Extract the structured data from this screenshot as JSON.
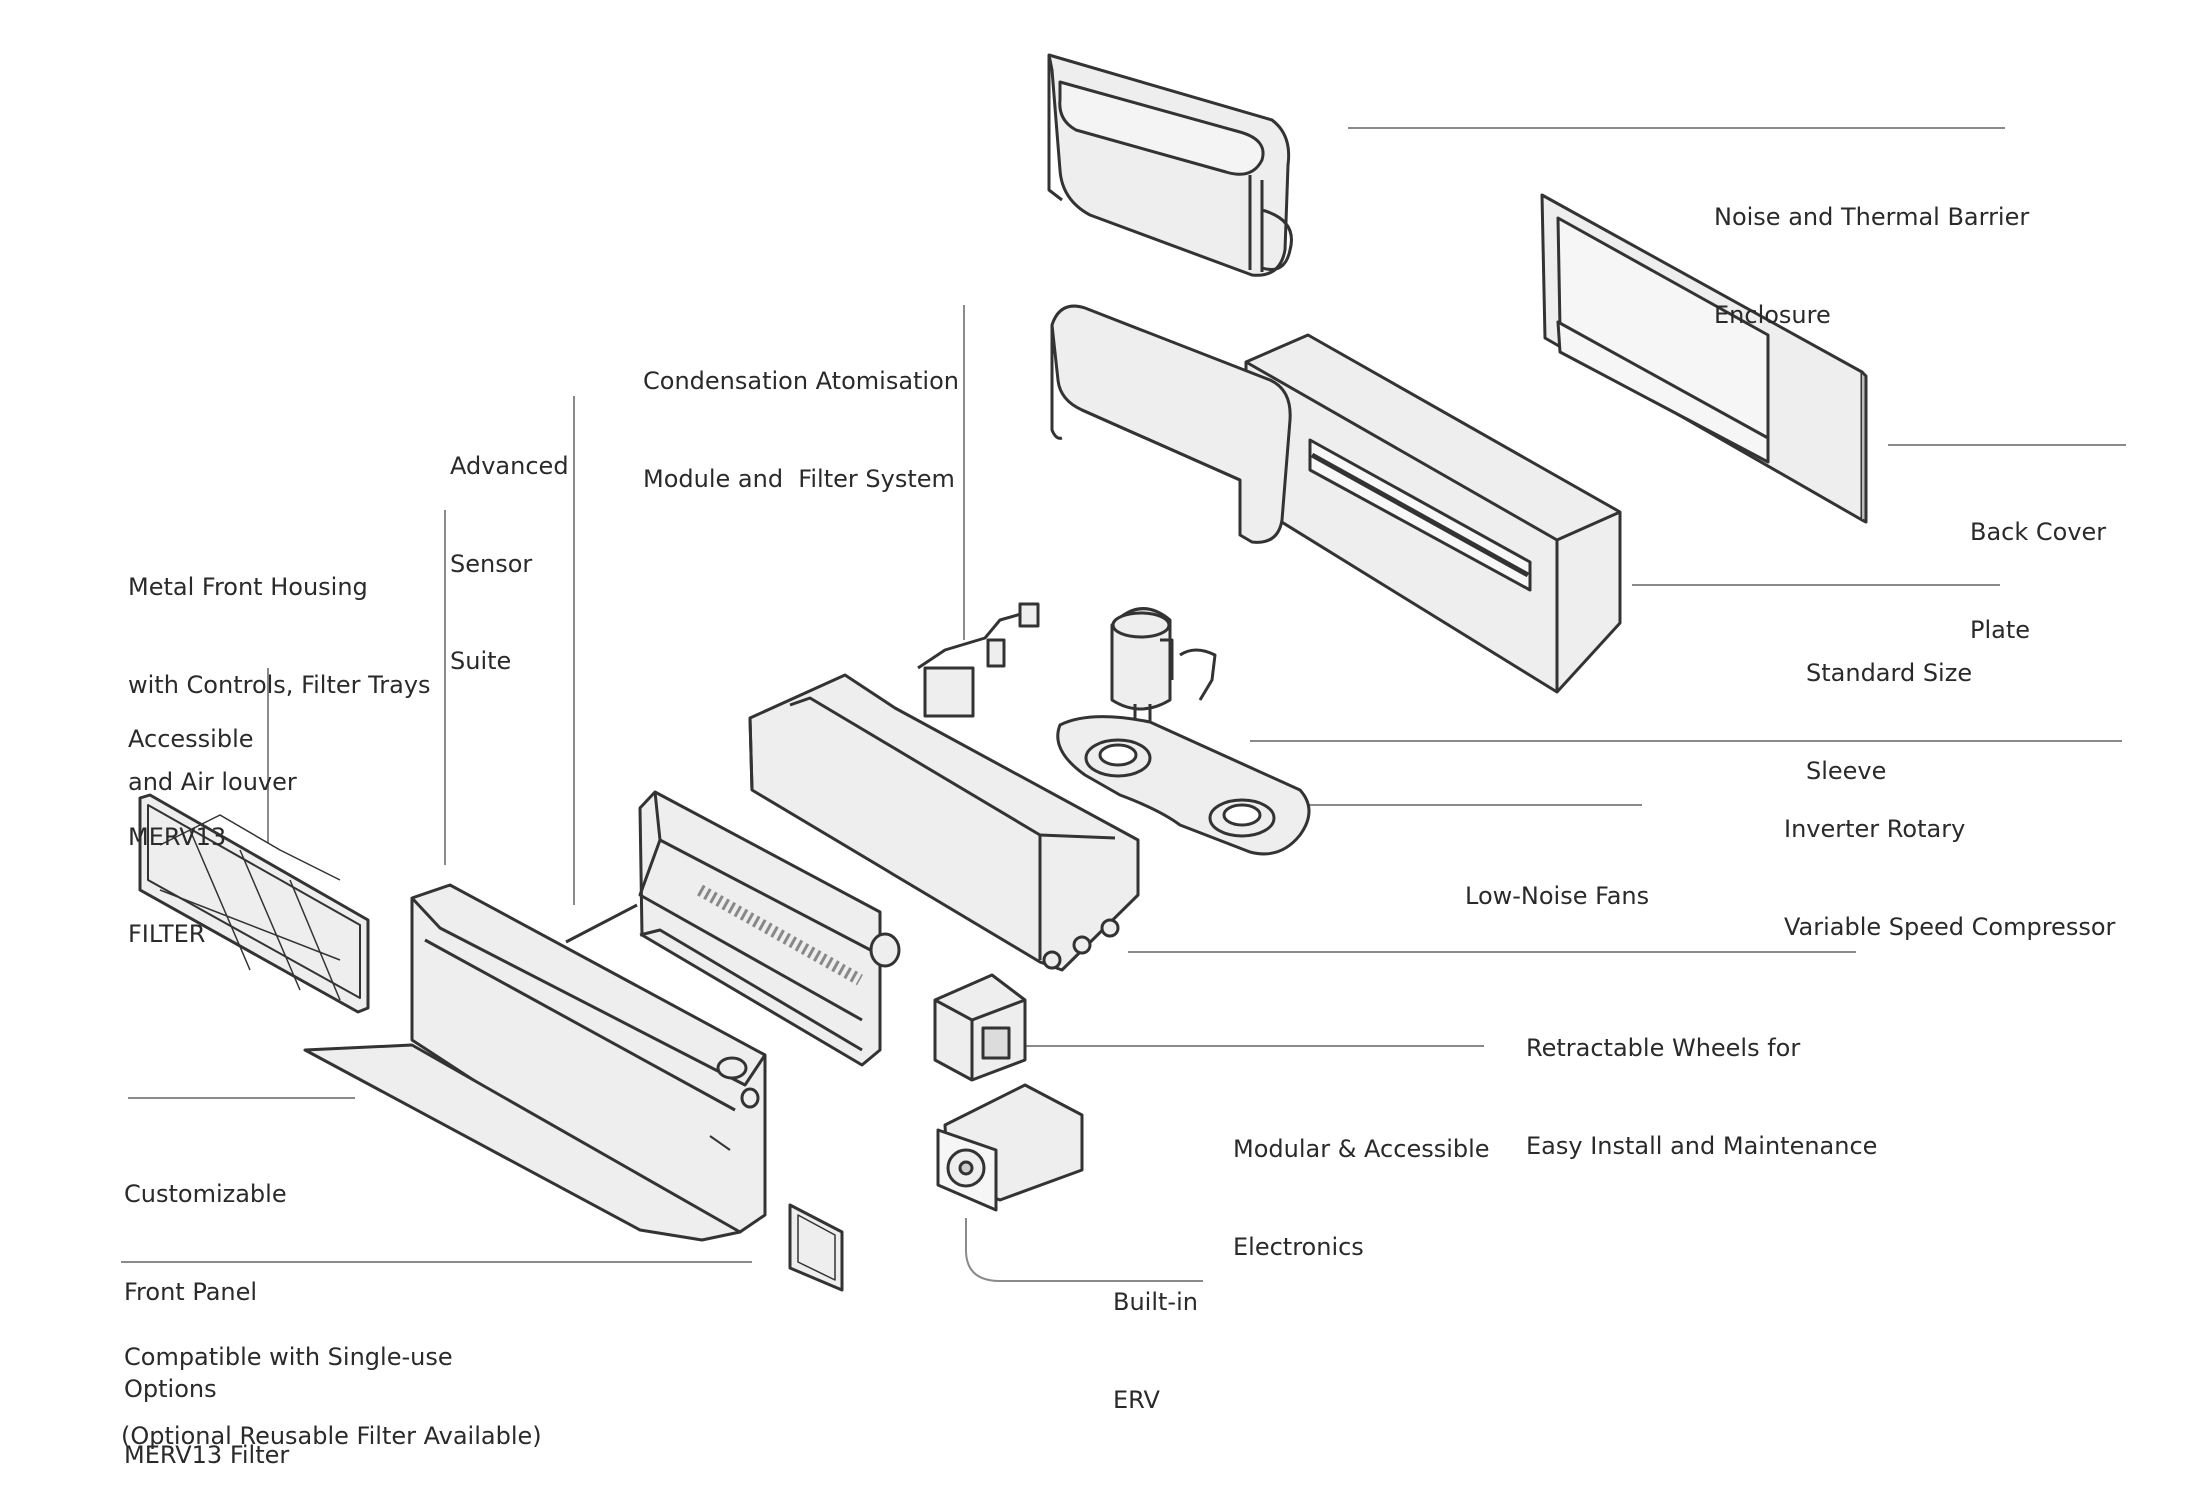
{
  "labels": {
    "noise_barrier": [
      "Noise and Thermal Barrier",
      "Enclosure"
    ],
    "back_cover": [
      "Back Cover",
      "Plate"
    ],
    "sleeve": [
      "Standard Size",
      "Sleeve"
    ],
    "compressor": [
      "Inverter Rotary",
      "Variable Speed Compressor"
    ],
    "fans": [
      "Low-Noise Fans"
    ],
    "wheels": [
      "Retractable Wheels for",
      "Easy Install and Maintenance"
    ],
    "electronics": [
      "Modular & Accessible",
      "Electronics"
    ],
    "erv": [
      "Built-in",
      "ERV"
    ],
    "condensation": [
      "Condensation Atomisation",
      "Module and  Filter System"
    ],
    "sensor": [
      "Advanced",
      "Sensor",
      "Suite"
    ],
    "front_housing": [
      "Metal Front Housing",
      "with Controls, Filter Trays",
      "and Air louver"
    ],
    "merv_access": [
      "Accessible",
      "MERV13",
      "FILTER"
    ],
    "front_panel": [
      "Customizable",
      "Front Panel",
      "Options"
    ],
    "single_use": [
      "Compatible with Single-use",
      "MERV13 Filter"
    ],
    "optional": [
      "(Optional Reusable Filter Available)"
    ]
  },
  "colors": {
    "line": "#333333",
    "leader": "#8a8a8a",
    "fill": "#eeeeee",
    "text": "#2a2a2a"
  }
}
